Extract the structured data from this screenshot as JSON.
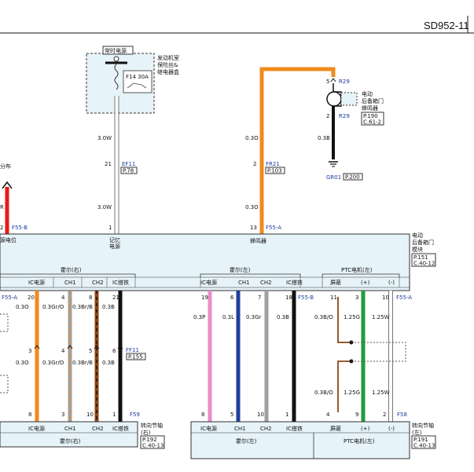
{
  "header": {
    "code": "SD952-11"
  },
  "fuse_box": {
    "top_label": "常时电源",
    "fuse": "F14 30A",
    "label_lines": [
      "发动机室",
      "保险丝&",
      "继电器盒"
    ]
  },
  "left_edge": {
    "label": "分布",
    "wire_code": "R",
    "pin": "2",
    "conn": "F55-B"
  },
  "wire_ef11": {
    "upper_spec": "3.0W",
    "pin": "21",
    "conn": "EF11",
    "page": "P.78",
    "lower_spec": "3.0W",
    "bottom_pin": "1",
    "module_pin_label": [
      "记忆",
      "电源"
    ]
  },
  "buzzer": {
    "pin_top": "5",
    "conn_top": "R29",
    "label_lines": [
      "电动",
      "后备箱门",
      "蜂鸣器"
    ],
    "pin_bottom": "2",
    "conn_bottom": "R29",
    "ref": [
      "P.190",
      "C.61-2"
    ],
    "ground_spec": "0.3B",
    "ground": "GR01",
    "ground_page": "P.200"
  },
  "wire_fr21": {
    "upper_spec": "0.3O",
    "pin": "2",
    "conn": "FR21",
    "page": "P.103",
    "lower_spec": "0.3O",
    "bottom_pin": "13",
    "bottom_conn": "F55-A",
    "module_pin_label": "蜂鸣器"
  },
  "module": {
    "left_label": "源电位",
    "title_lines": [
      "电动",
      "后备箱门",
      "模块"
    ],
    "ref": [
      "P.151",
      "C.40-12"
    ],
    "group_hall_right": "霍尔(右)",
    "group_hall_left": "霍尔(左)",
    "group_ptc": "PTC电机(左)",
    "hr_pins": [
      "IC电源",
      "CH1",
      "CH2",
      "IC搭铁"
    ],
    "hl_pins": [
      "IC电源",
      "CH1",
      "CH2",
      "IC搭铁"
    ],
    "ptc_pins": [
      "屏蔽",
      "(+)",
      "(-)"
    ],
    "conn_left": "F55-A",
    "conn_mid": "F55-B",
    "conn_right": "F55-A"
  },
  "right_wires": {
    "pins_top": [
      "20",
      "4",
      "8",
      "21"
    ],
    "specs_top": [
      "0.3O",
      "0.3Gr/O",
      "0.3Br/B",
      "0.3B"
    ],
    "pins_mid": [
      "3",
      "4",
      "5",
      "6"
    ],
    "conn_mid": "FF11",
    "page_mid": "P.155",
    "specs_bot": [
      "0.3O",
      "0.3Gr/O",
      "0.3Br/B",
      "0.3B"
    ],
    "pins_bot": [
      "8",
      "3",
      "10",
      "1"
    ],
    "conn_bot": "F59"
  },
  "left_wires": {
    "pins_top": [
      "19",
      "6",
      "7",
      "18"
    ],
    "specs": [
      "0.3P",
      "0.3L",
      "0.3Gr",
      "0.3B"
    ],
    "pins_bot": [
      "8",
      "5",
      "10",
      "1"
    ]
  },
  "ptc_wires": {
    "pins_top": [
      "11",
      "3",
      "10"
    ],
    "specs_top": [
      "0.3B/O",
      "1.25G",
      "1.25W"
    ],
    "specs_bot": [
      "0.3B/O",
      "1.25G",
      "1.25W"
    ],
    "pins_bot": [
      "4",
      "9",
      "2"
    ],
    "conn_bot": "F58"
  },
  "bottom": {
    "hall_right_name": "霍尔(右)",
    "hall_left_name": "霍尔(左)",
    "ptc_name": "PTC电机(左)",
    "title_right": [
      "转向节轴",
      "(右)"
    ],
    "ref_right": [
      "P.192",
      "C.40-13"
    ],
    "title_left": [
      "转向节轴",
      "(左)"
    ],
    "ref_left": [
      "P.191",
      "C.40-13"
    ],
    "hr_pins": [
      "IC电源",
      "CH1",
      "CH2",
      "IC搭铁"
    ],
    "hl_pins": [
      "IC电源",
      "CH1",
      "CH2",
      "IC搭铁"
    ],
    "ptc_pins": [
      "屏蔽",
      "(+)",
      "(-)"
    ]
  },
  "colors": {
    "orange": "#f08a1a",
    "red": "#e8181a",
    "pink": "#e98dc8",
    "blue": "#1f3f9e",
    "gray": "#a0a0a0",
    "brown": "#8b4513",
    "green": "#1e9e3a",
    "module_fill": "#e6f3f8",
    "label_blue": "#1a3a9c"
  }
}
